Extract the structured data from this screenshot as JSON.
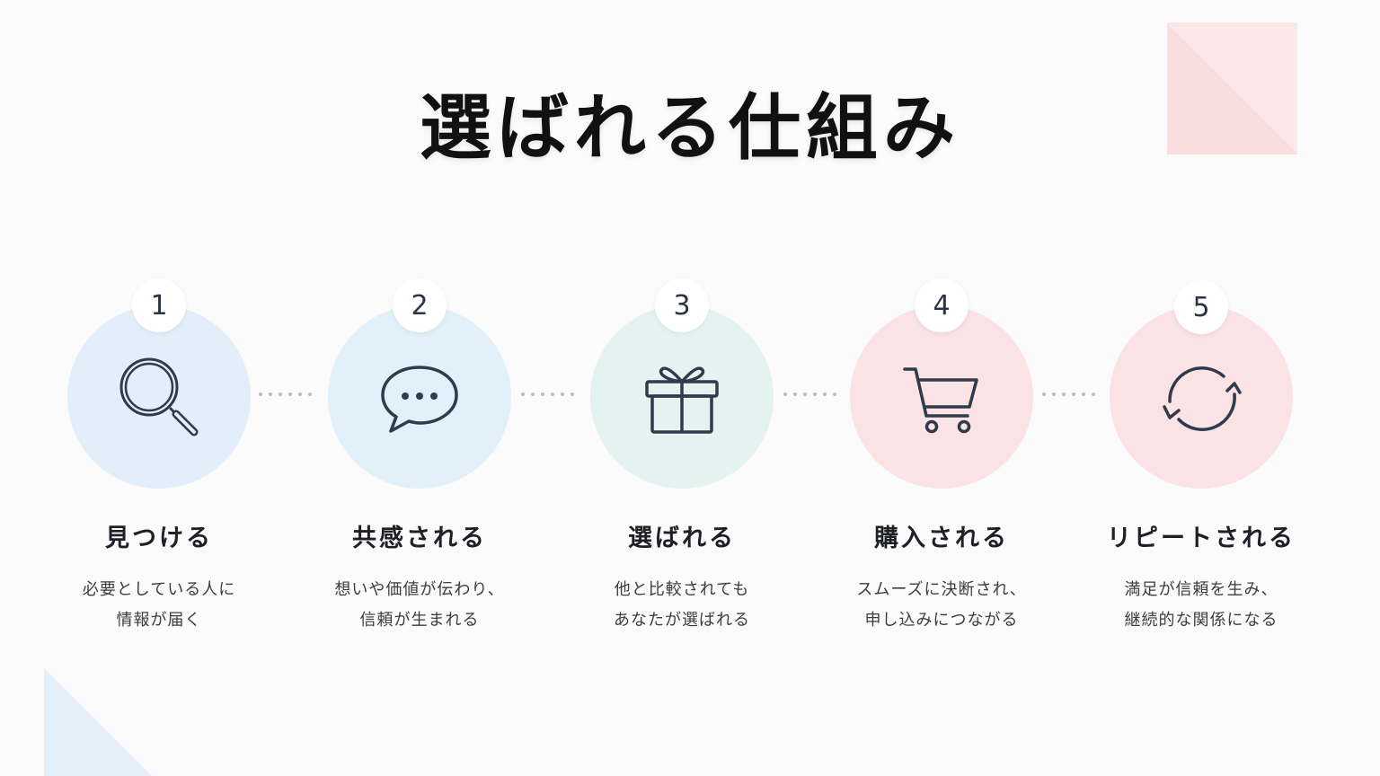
{
  "title": "選ばれる仕組み",
  "colors": {
    "blue_light": "#e3eefb",
    "sky_light": "#e2f0f9",
    "mint_light": "#e4f3ef",
    "pink_light": "#fbe3e5",
    "icon_stroke": "#2f3a4a",
    "decor_pink": "#f9dede",
    "decor_blue": "#e3f0f9"
  },
  "steps": [
    {
      "number": "1",
      "icon": "search-icon",
      "title": "見つける",
      "desc_line1": "必要としている人に",
      "desc_line2": "情報が届く"
    },
    {
      "number": "2",
      "icon": "speech-bubble-icon",
      "title": "共感される",
      "desc_line1": "想いや価値が伝わり、",
      "desc_line2": "信頼が生まれる"
    },
    {
      "number": "3",
      "icon": "gift-icon",
      "title": "選ばれる",
      "desc_line1": "他と比較されても",
      "desc_line2": "あなたが選ばれる"
    },
    {
      "number": "4",
      "icon": "cart-icon",
      "title": "購入される",
      "desc_line1": "スムーズに決断され、",
      "desc_line2": "申し込みにつながる"
    },
    {
      "number": "5",
      "icon": "refresh-icon",
      "title": "リピートされる",
      "desc_line1": "満足が信頼を生み、",
      "desc_line2": "継続的な関係になる"
    }
  ]
}
